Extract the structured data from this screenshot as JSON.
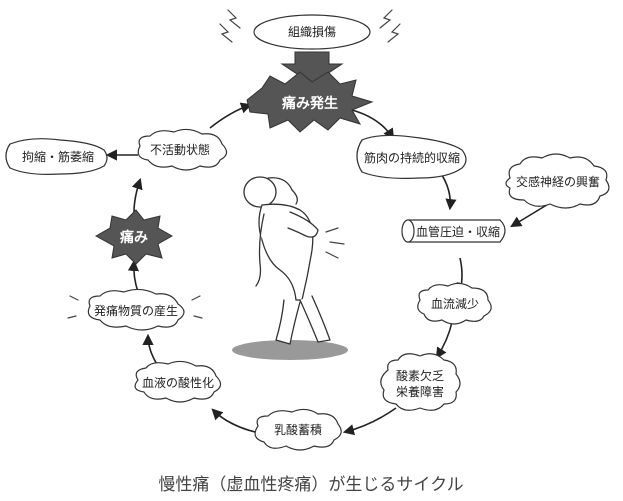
{
  "diagram": {
    "top_node": "組織損傷",
    "cycle_nodes": {
      "pain_onset": "痛み発生",
      "sustained_contraction": "筋肉の持続的収縮",
      "sympathetic": "交感神経の興奮",
      "vasoconstriction": "血管圧迫・収縮",
      "blood_flow": "血流減少",
      "hypoxia_line1": "酸素欠乏",
      "hypoxia_line2": "栄養障害",
      "lactic_acid": "乳酸蓄積",
      "acidosis": "血液の酸性化",
      "pain_substances": "発痛物質の産生",
      "pain": "痛み",
      "inactivity": "不活動状態",
      "contracture": "拘縮・筋萎縮"
    },
    "colors": {
      "star_fill": "#555555",
      "line": "#222222",
      "shadow": "#999999"
    }
  },
  "caption": "慢性痛（虚血性疼痛）が生じるサイクル"
}
